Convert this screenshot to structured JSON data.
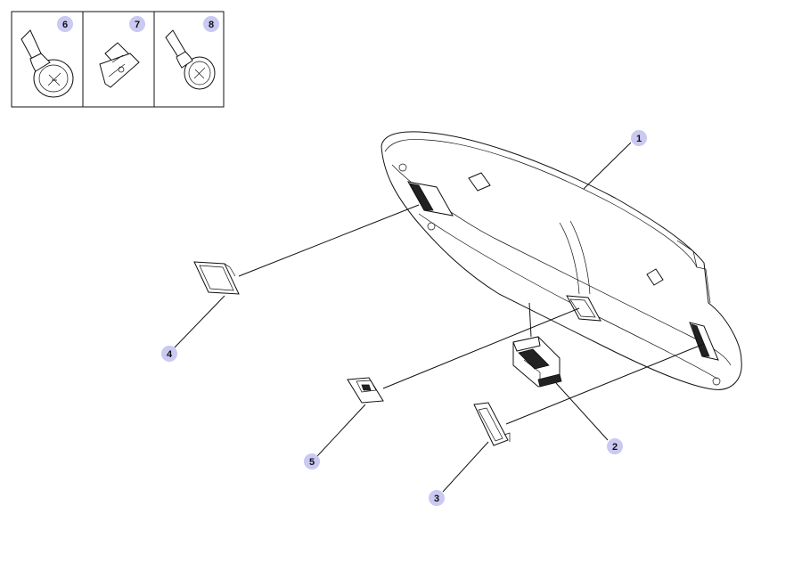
{
  "callouts": {
    "c1": "1",
    "c2": "2",
    "c3": "3",
    "c4": "4",
    "c5": "5",
    "c6": "6",
    "c7": "7",
    "c8": "8"
  },
  "colors": {
    "callout_fill": "#c9c9f2",
    "line": "#111111",
    "background": "#ffffff"
  }
}
